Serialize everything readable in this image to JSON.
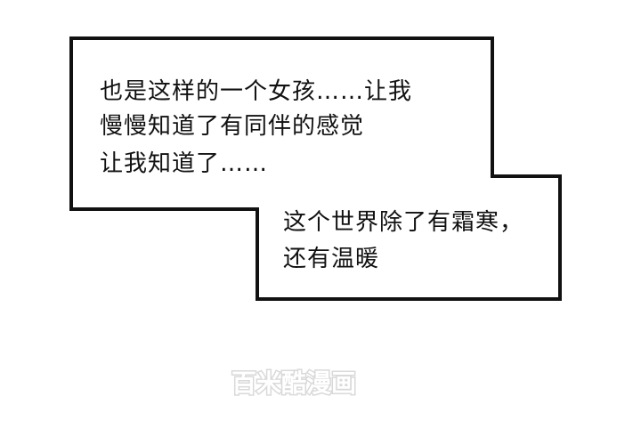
{
  "caption_box": {
    "lines": [
      "也是这样的一个女孩……让我",
      "慢慢知道了有同伴的感觉",
      "让我知道了……",
      "这个世界除了有霜寒，",
      "还有温暖"
    ]
  },
  "watermark": {
    "text": "百米酷漫画"
  },
  "colors": {
    "border": "#111111",
    "background": "#ffffff",
    "watermark": "#d9d9d9"
  }
}
